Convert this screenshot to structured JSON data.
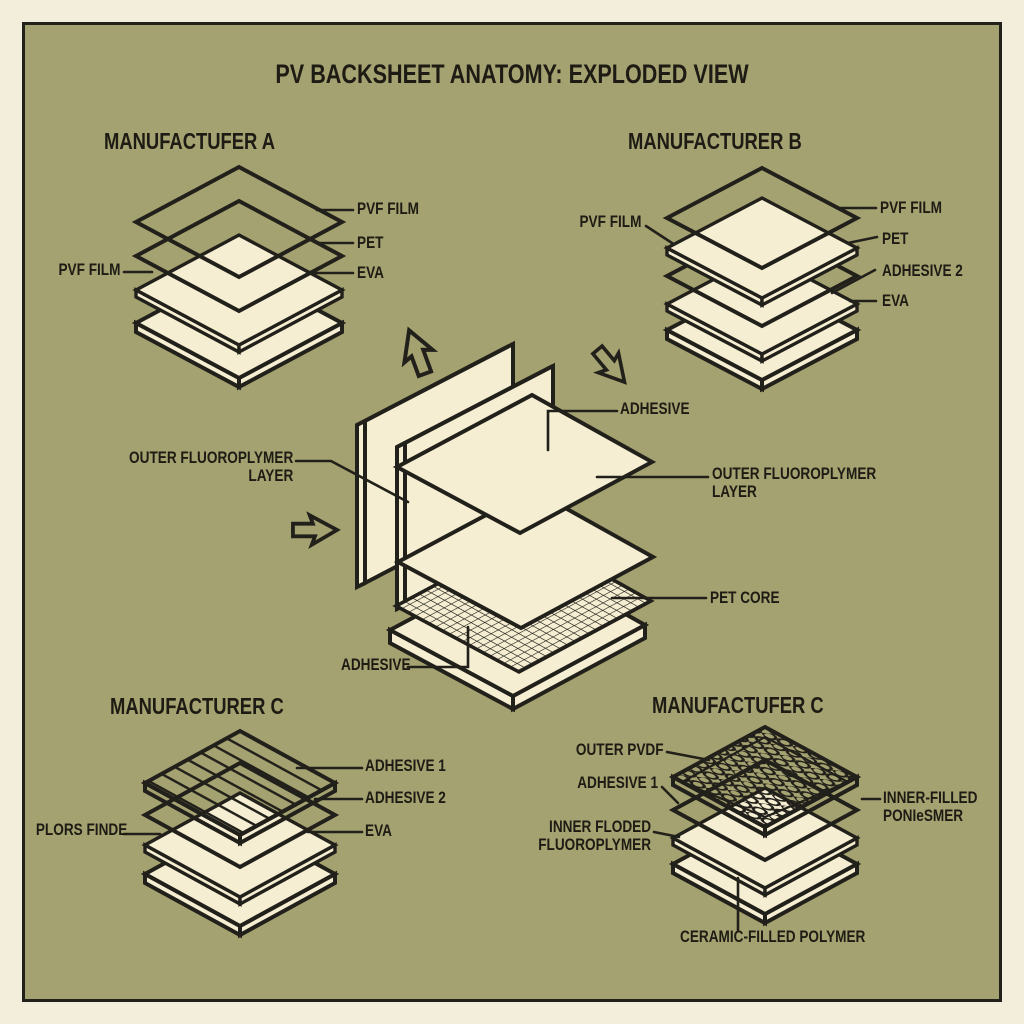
{
  "title": "PV BACKSHEET ANATOMY: EXPLODED VIEW",
  "colors": {
    "ink": "#22201a",
    "cream": "#f5eed2",
    "olive": "#a5a271",
    "margin": "#f2eedb",
    "text": "#1d1b13"
  },
  "manufacturer_a": {
    "heading": "MANUFACTUFER A",
    "right_labels": [
      "PVF FILM",
      "PET",
      "EVA"
    ],
    "left_label": "PVF FILM"
  },
  "manufacturer_b": {
    "heading": "MANUFACTURER B",
    "right_labels": [
      "PVF FILM",
      "PET",
      "ADHESIVE 2",
      "EVA"
    ],
    "left_label": "PVF FILM"
  },
  "center": {
    "adhesive_top": "ADHESIVE",
    "outer_left_line1": "OUTER FLUOROPLYMER",
    "outer_left_line2": "LAYER",
    "outer_right_line1": "OUTER FLUOROPLYMER",
    "outer_right_line2": "LAYER",
    "pet_core": "PET CORE",
    "adhesive_bottom": "ADHESIVE"
  },
  "manufacturer_c_left": {
    "heading": "MANUFACTURER C",
    "right_labels": [
      "ADHESIVE 1",
      "ADHESIVE 2",
      "EVA"
    ],
    "left_label": "PLORS FINDE"
  },
  "manufacturer_c_right": {
    "heading": "MANUFACTUFER C",
    "outer_pvdf": "OUTER PVDF",
    "adhesive_1": "ADHESIVE 1",
    "inner_line1": "INNER FLODED",
    "inner_line2": "FLUOROPLYMER",
    "right_line1": "INNER-FILLED",
    "right_line2": "PONIeSMER",
    "bottom_label": "CERAMIC-FILLED POLYMER"
  }
}
